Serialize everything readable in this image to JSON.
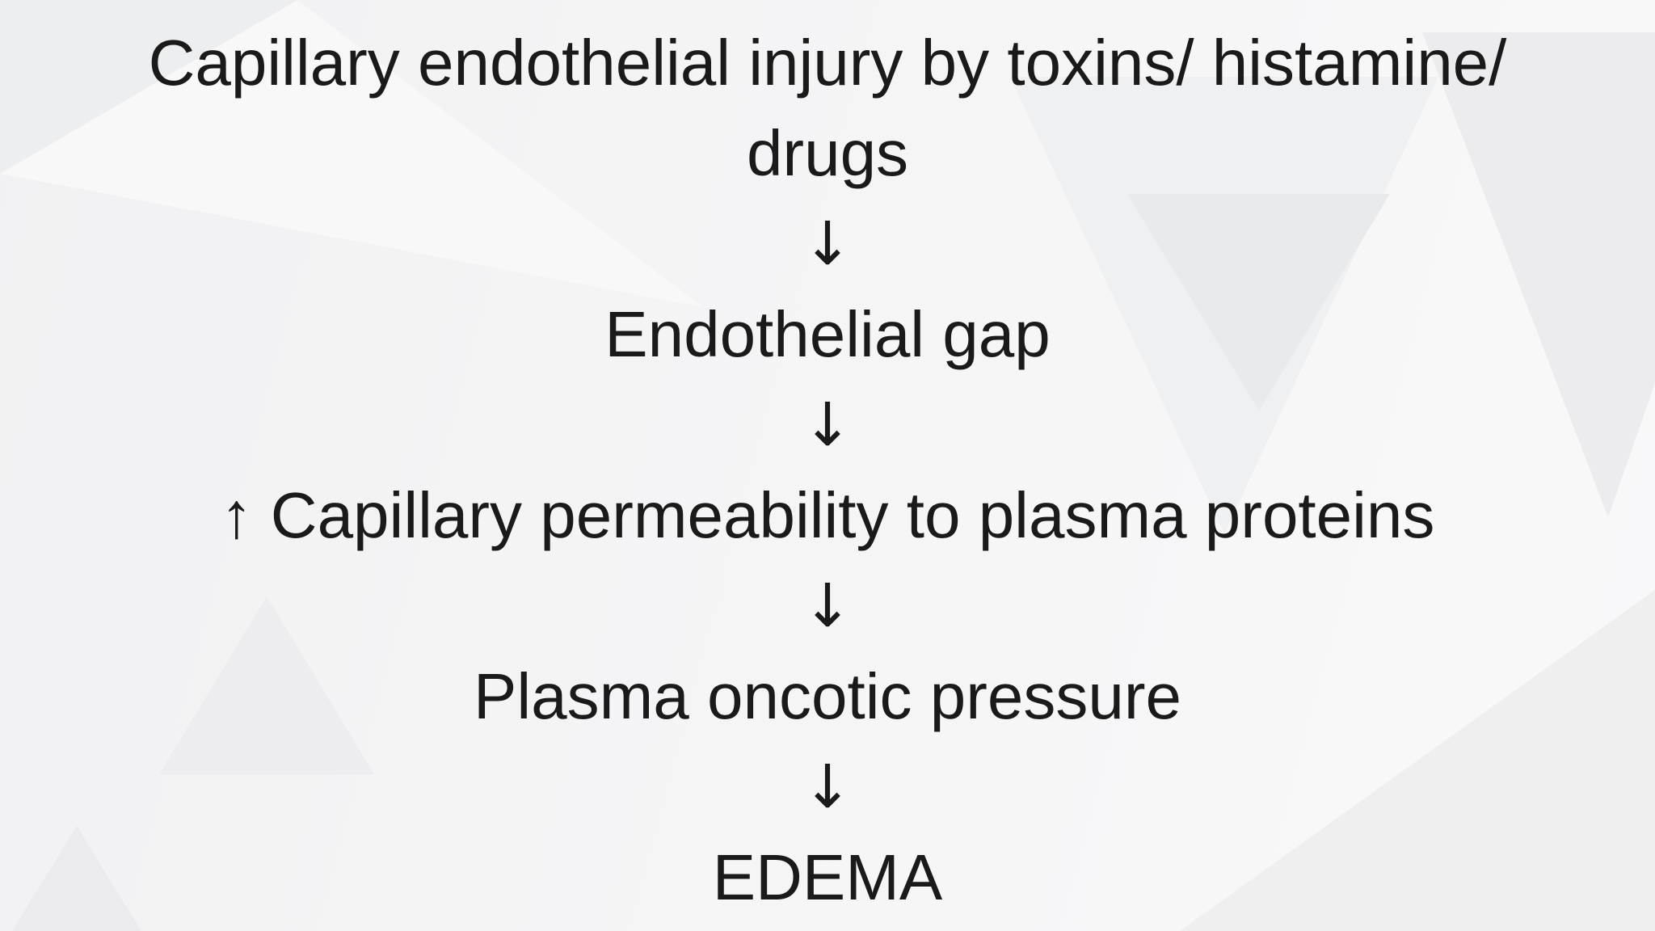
{
  "flowchart": {
    "rows": [
      {
        "kind": "step",
        "text": "Capillary endothelial injury by toxins/ histamine/"
      },
      {
        "kind": "step",
        "text": "drugs"
      },
      {
        "kind": "arrow",
        "text": "↓"
      },
      {
        "kind": "step",
        "text": "Endothelial gap"
      },
      {
        "kind": "arrow",
        "text": "↓"
      },
      {
        "kind": "step",
        "text": "↑ Capillary permeability to plasma proteins"
      },
      {
        "kind": "arrow",
        "text": "↓"
      },
      {
        "kind": "step",
        "text": "Plasma oncotic pressure"
      },
      {
        "kind": "arrow",
        "text": "↓"
      },
      {
        "kind": "step",
        "text": "EDEMA"
      }
    ]
  },
  "colors": {
    "text": "#1a1a1a",
    "background_base_start": "#f1f1f3",
    "background_base_end": "#f9f9fa"
  },
  "background": {
    "triangles": {
      "top_left_band": "#f8f8f9",
      "top_left_wedge": "#edeef0",
      "right_large": "#eff0f1",
      "right_dark": "#e9eaeb",
      "far_right": "#ececee",
      "bottom_right_band": "#efeff0",
      "bottom_left_large": "#ededef",
      "bottom_left_small": "#ebebed"
    }
  }
}
